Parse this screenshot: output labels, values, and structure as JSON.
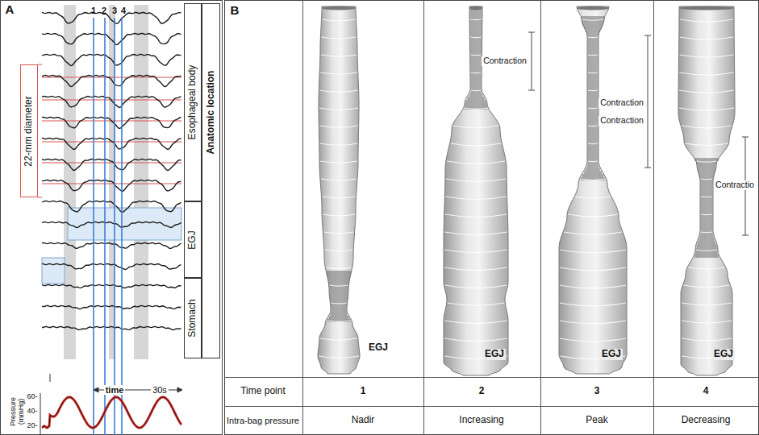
{
  "diagram": {
    "nodes": [
      {
        "text": [
          "22-mm diameter"
        ]
      },
      {
        "text": [
          "Esophageal body"
        ]
      },
      {
        "text": [
          "EGJ"
        ]
      },
      {
        "text": [
          "Stomach"
        ]
      }
    ],
    "labels": [
      "A",
      "1",
      "2",
      "3",
      "4",
      "Anatomic location",
      "time",
      "30s",
      "Pressure (mmHg)",
      "60-",
      "40-",
      "20-",
      "B",
      "Contraction",
      "Contraction",
      "Contraction",
      "Contractio",
      "EGJ",
      "EGJ",
      "EGJ",
      "EGJ",
      "Time point",
      "1",
      "2",
      "3",
      "4",
      "Intra-bag pressure",
      "Nadir",
      "Increasing",
      "Peak",
      "Decreasing"
    ]
  }
}
